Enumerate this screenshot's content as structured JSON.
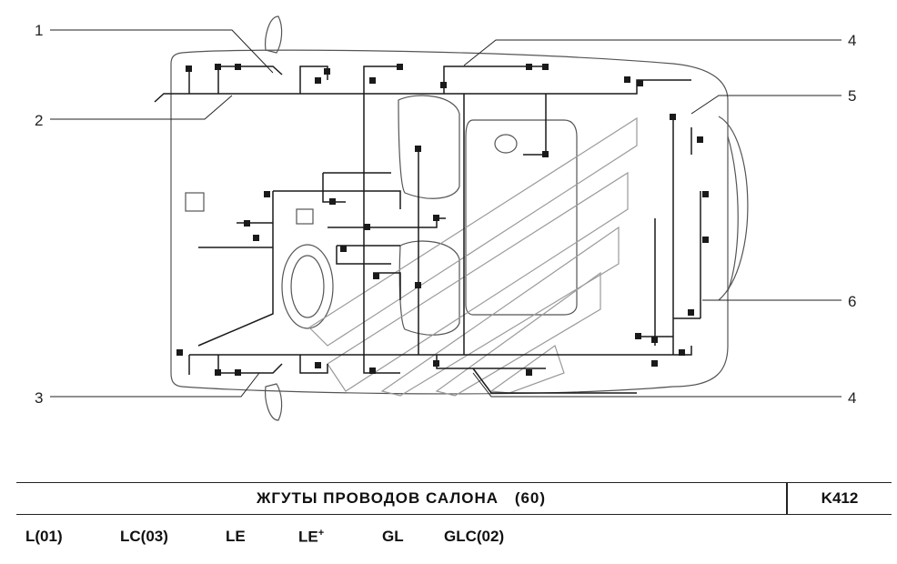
{
  "callouts": [
    {
      "id": "1",
      "label": "1"
    },
    {
      "id": "2",
      "label": "2"
    },
    {
      "id": "3",
      "label": "3"
    },
    {
      "id": "4a",
      "label": "4"
    },
    {
      "id": "4b",
      "label": "4"
    },
    {
      "id": "5",
      "label": "5"
    },
    {
      "id": "6",
      "label": "6"
    }
  ],
  "title": {
    "text": "ЖГУТЫ  ПРОВОДОВ  САЛОНА",
    "count": "(60)",
    "code": "K412"
  },
  "variants": [
    {
      "label": "L(01)"
    },
    {
      "label": "LC(03)"
    },
    {
      "label": "LE"
    },
    {
      "label": "LE",
      "suffix": "+"
    },
    {
      "label": "GL"
    },
    {
      "label": "GLC(02)"
    }
  ],
  "colors": {
    "line": "#1a1a1a",
    "outline": "#555555",
    "watermark": "#9a9a9a"
  }
}
